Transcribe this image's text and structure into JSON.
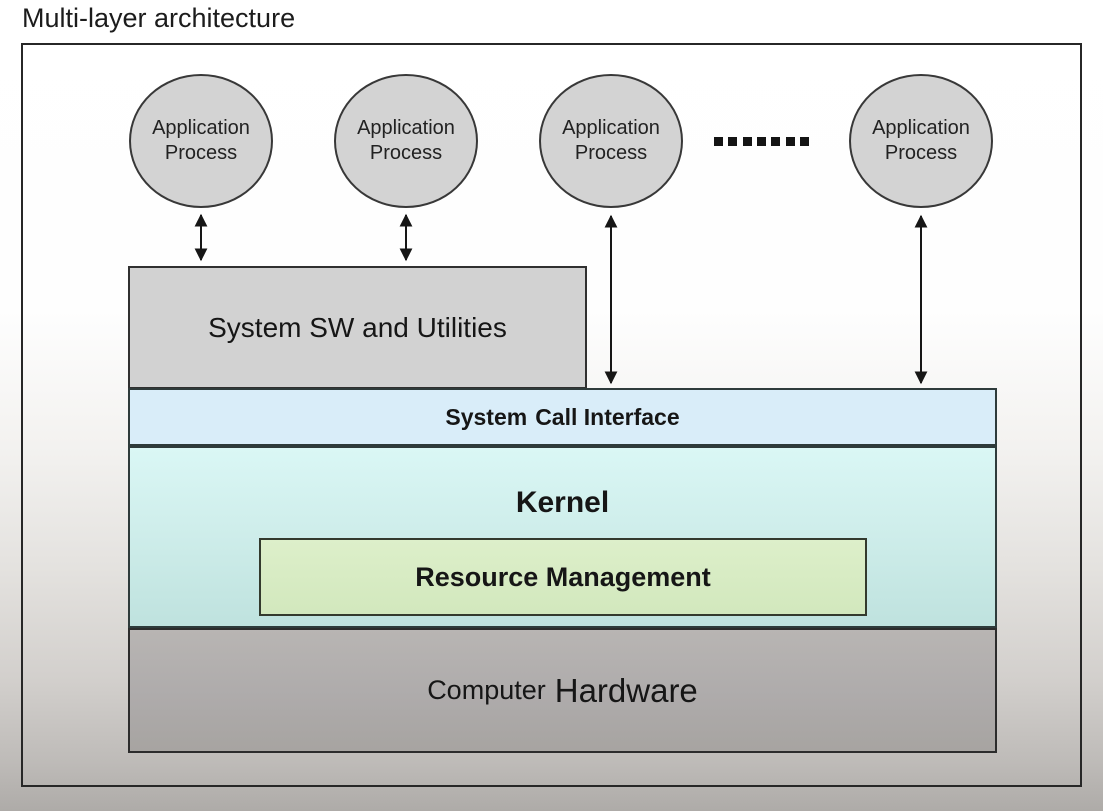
{
  "page": {
    "title": "Multi-layer architecture"
  },
  "diagram": {
    "application_process": {
      "count": 4,
      "line1": "Application",
      "line2": "Process"
    },
    "ellipsis": {
      "dot_count": 7
    },
    "system_sw": {
      "label": "System SW and Utilities"
    },
    "system_call_interface": {
      "label_bold": "System",
      "label_rest": "Call Interface"
    },
    "kernel": {
      "label": "Kernel"
    },
    "resource_management": {
      "label": "Resource Management"
    },
    "hardware": {
      "word1": "Computer",
      "word2": "Hardware"
    },
    "colors": {
      "circle_fill": "#d3d3d3",
      "system_sw_fill": "#d2d2d2",
      "system_call_interface_fill": "#d9edf9",
      "kernel_gradient_top": "#daf7f5",
      "kernel_gradient_bottom": "#bfe2de",
      "resource_management_fill": "#d8ecc4",
      "hardware_gradient_top": "#b8b5b3",
      "hardware_gradient_bottom": "#a7a4a1",
      "border": "#2d2d2d",
      "arrow": "#161616",
      "background_bottom": "#aeaba8"
    }
  }
}
